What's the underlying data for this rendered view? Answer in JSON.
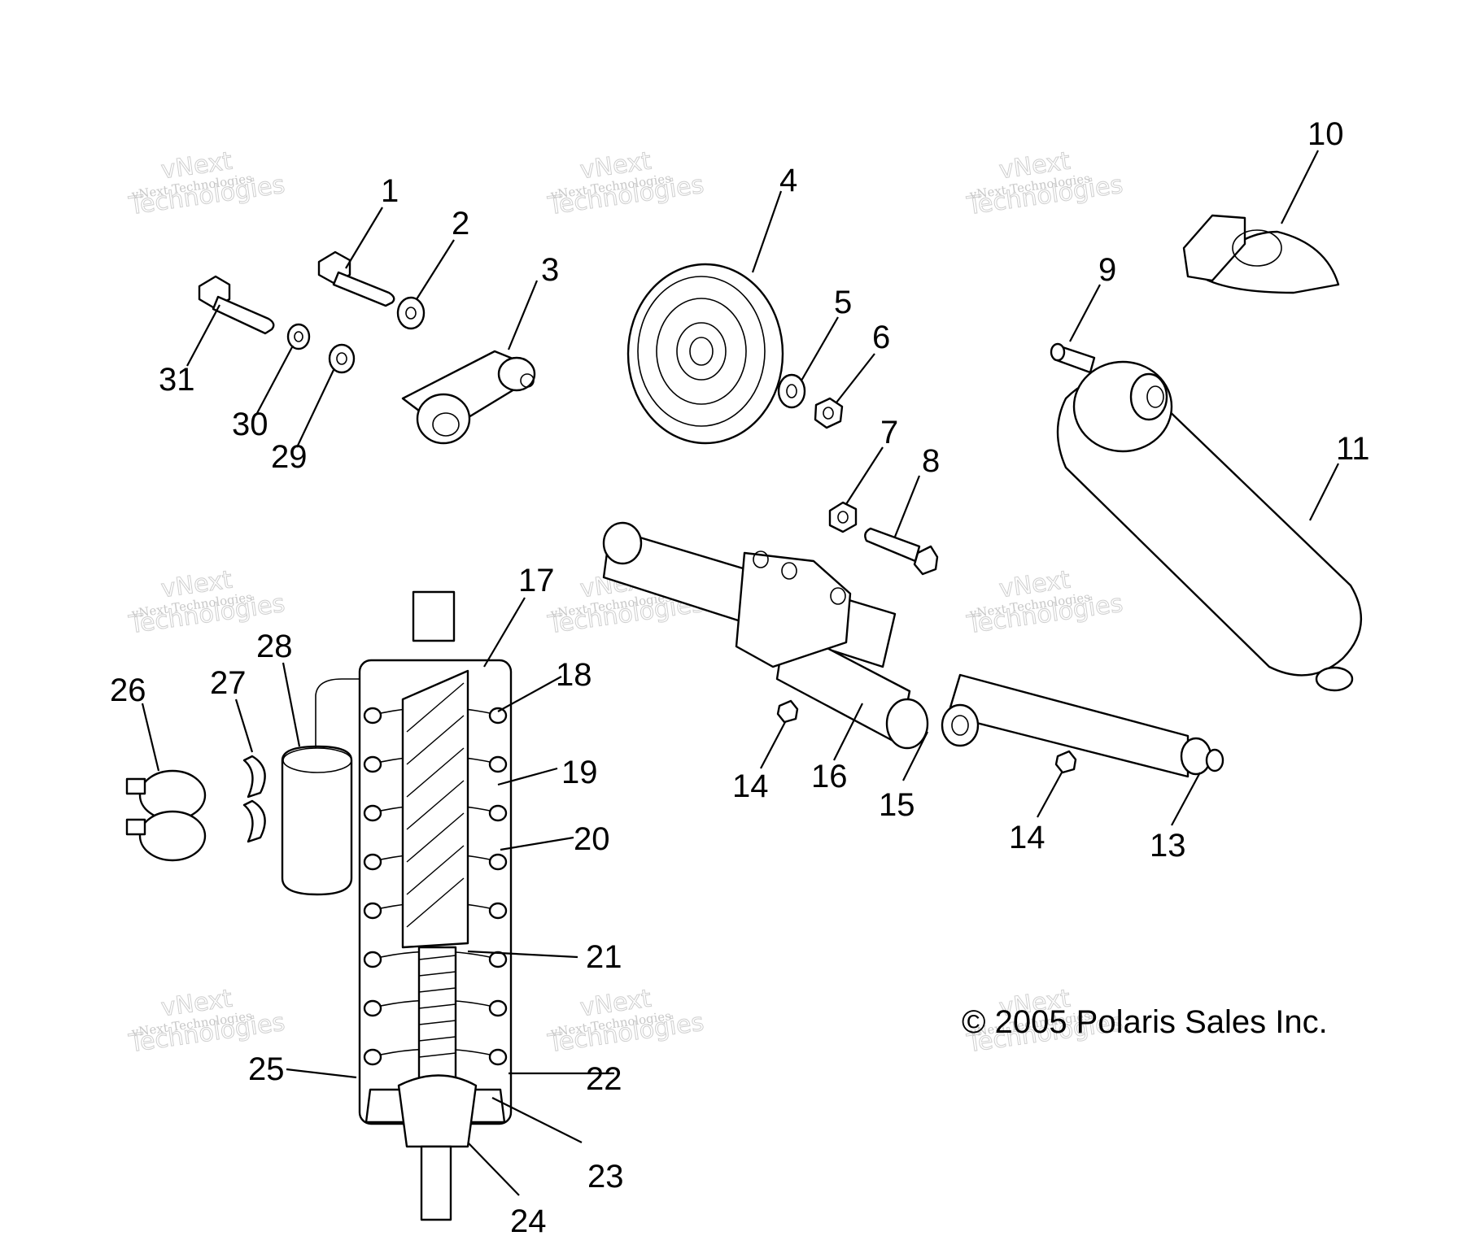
{
  "callouts": [
    "1",
    "2",
    "3",
    "4",
    "5",
    "6",
    "7",
    "8",
    "9",
    "10",
    "11",
    "13",
    "14",
    "14",
    "15",
    "16",
    "17",
    "18",
    "19",
    "20",
    "21",
    "22",
    "23",
    "24",
    "25",
    "26",
    "27",
    "28",
    "29",
    "30",
    "31"
  ],
  "copyright": "© 2005 Polaris Sales Inc.",
  "watermark": {
    "small": "vNext Technologies",
    "large": "Technologies",
    "top": "vNext"
  }
}
